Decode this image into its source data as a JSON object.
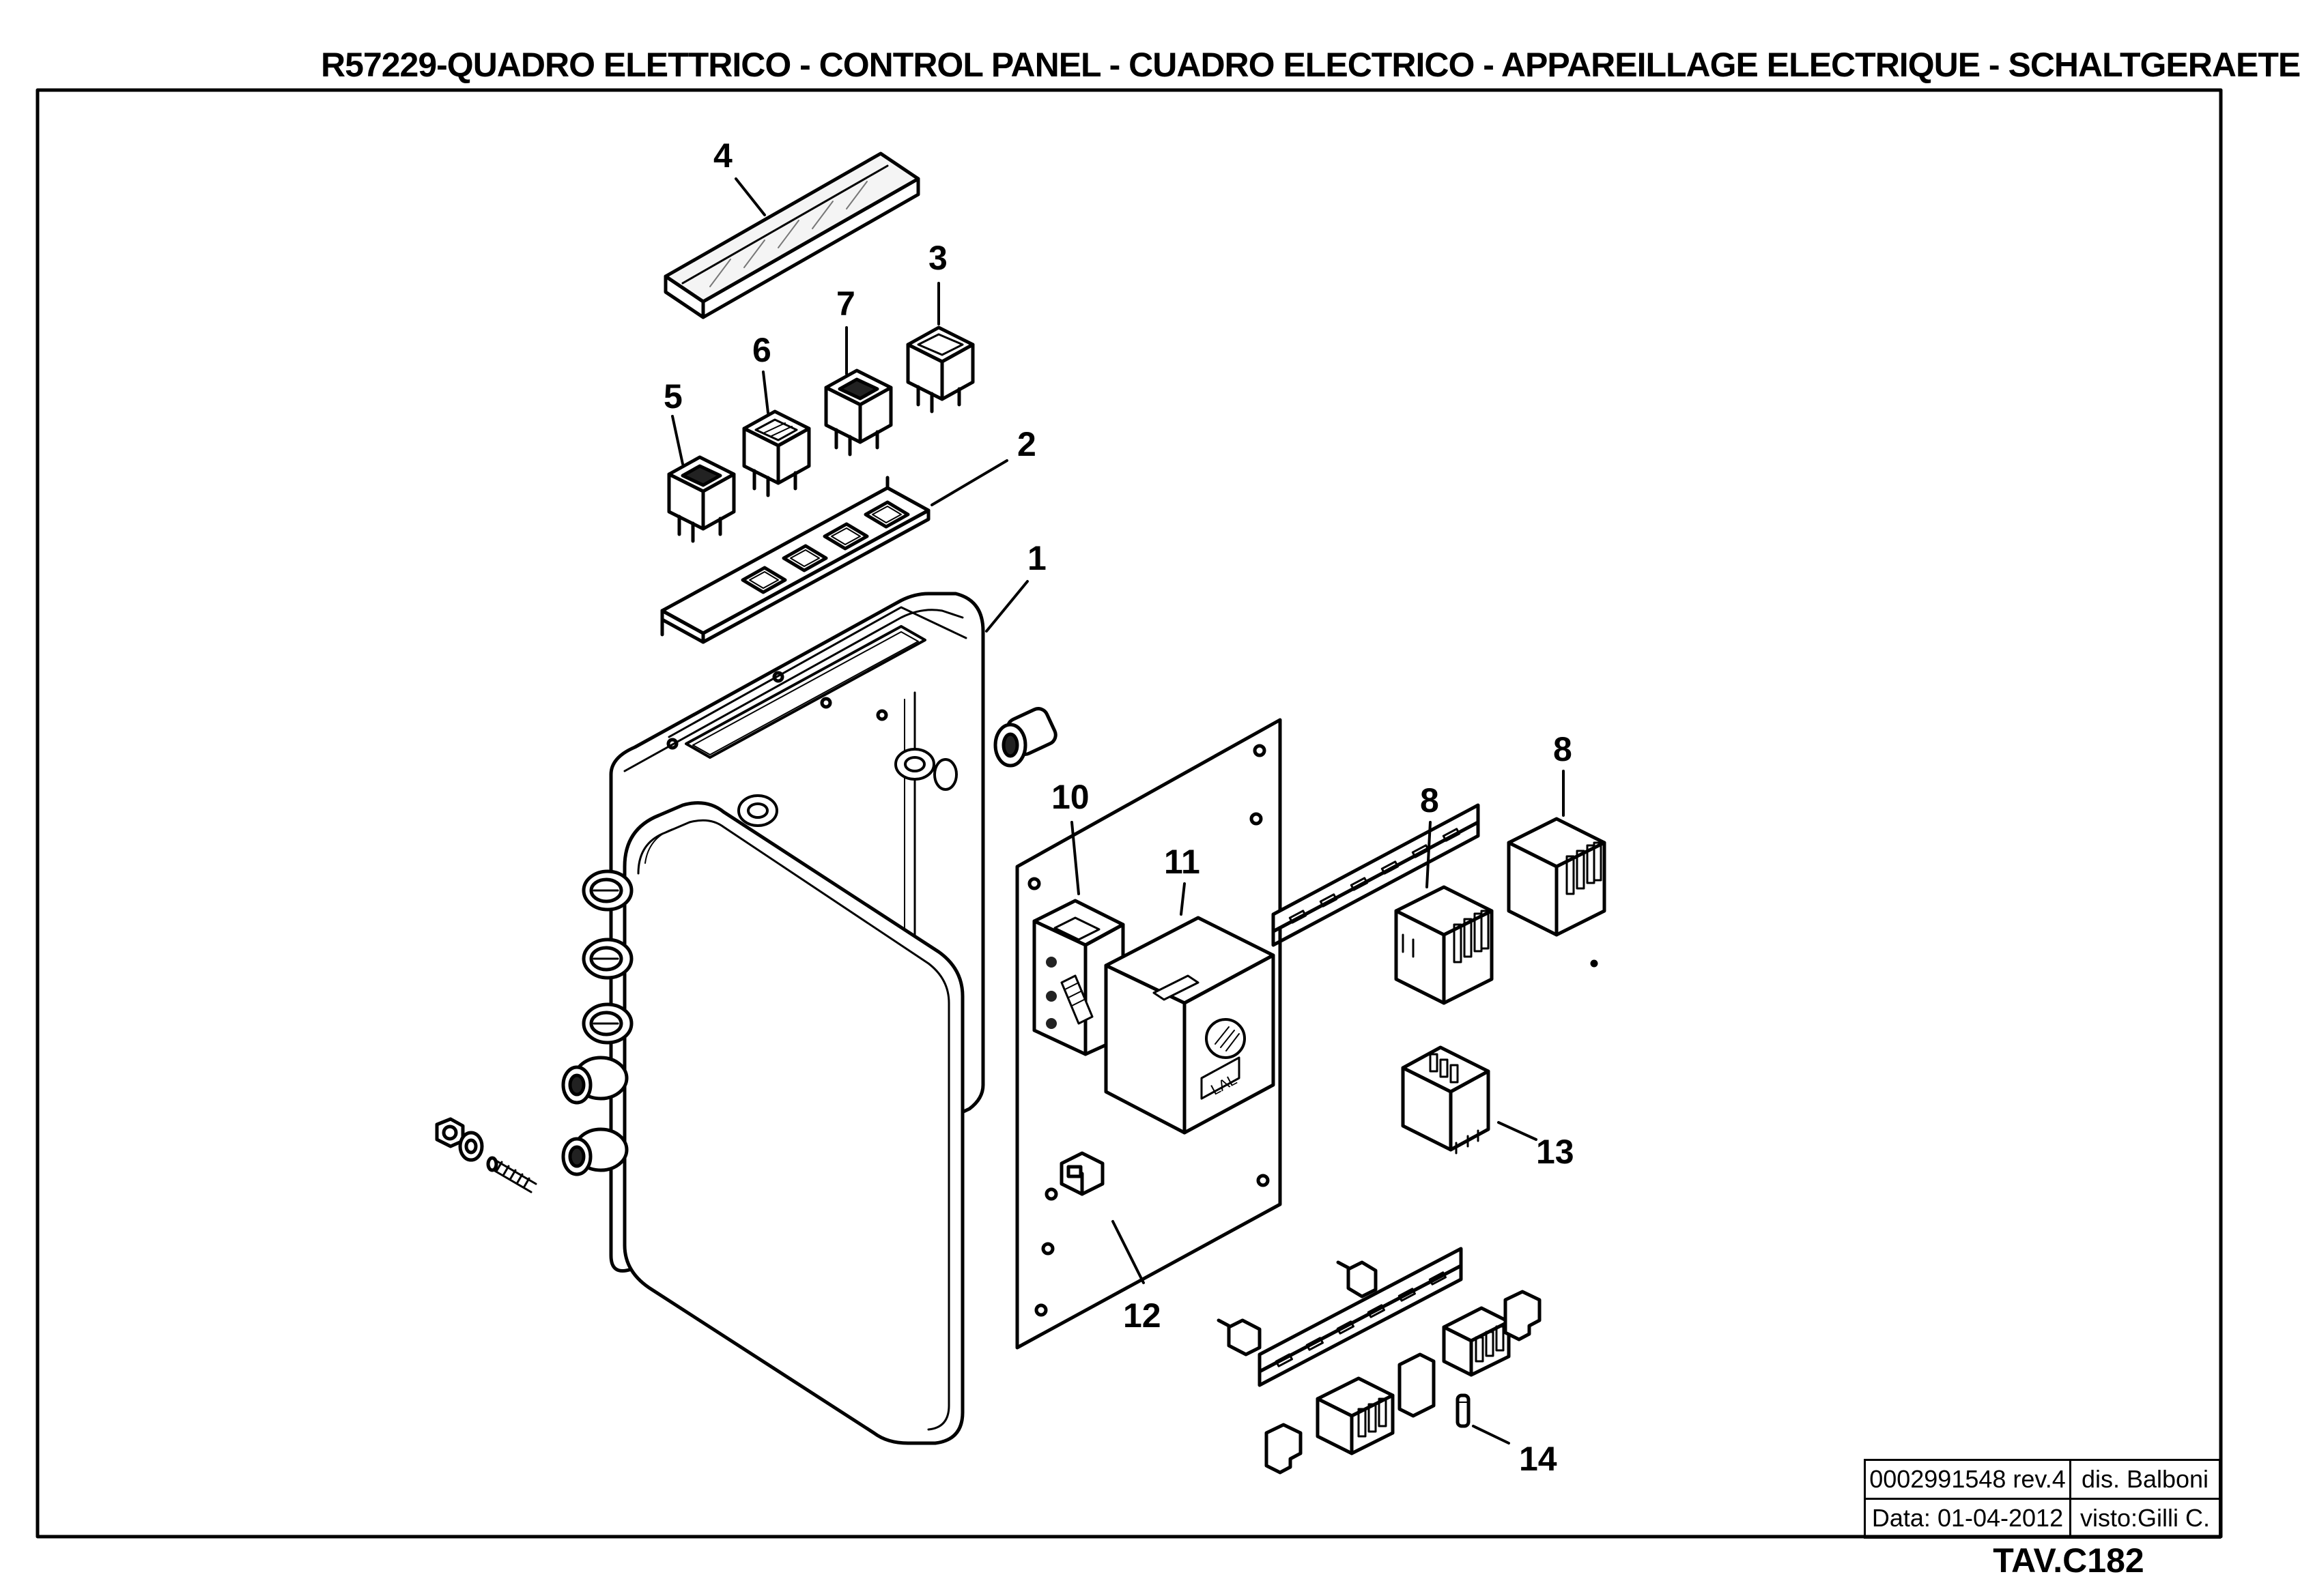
{
  "title": "R57229-QUADRO ELETTRICO - CONTROL PANEL - CUADRO ELECTRICO - APPAREILLAGE ELECTRIQUE - SCHALTGERAETE",
  "callouts": {
    "c1": "1",
    "c2": "2",
    "c3": "3",
    "c4": "4",
    "c5": "5",
    "c6": "6",
    "c7": "7",
    "c8a": "8",
    "c8b": "8",
    "c10": "10",
    "c11": "11",
    "c12": "12",
    "c13": "13",
    "c14": "14"
  },
  "device_label": "LAL",
  "title_block": {
    "drawing_no": "0002991548 rev.4",
    "drawn_by": "dis. Balboni",
    "date": "Data: 01-04-2012",
    "checked_by": "visto:Gilli C."
  },
  "sheet": "TAV.C182"
}
